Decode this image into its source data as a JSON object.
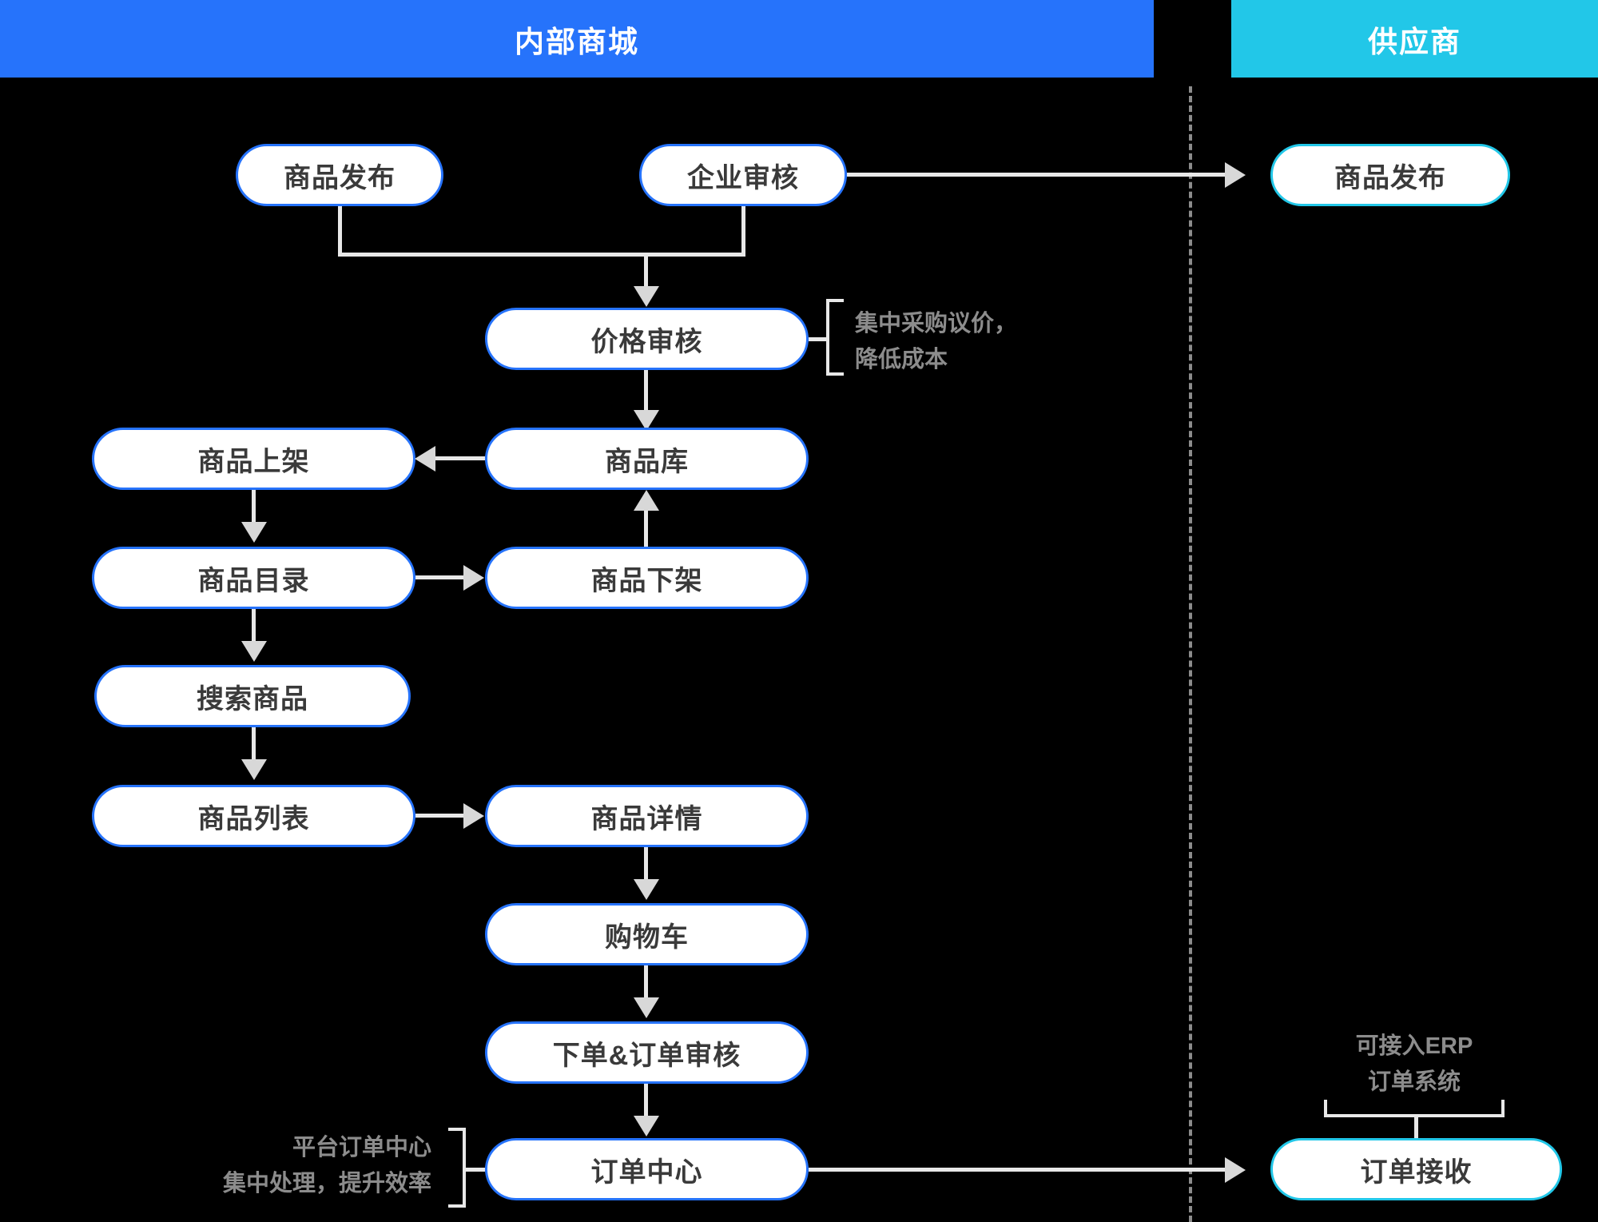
{
  "lanes": {
    "internal": {
      "label": "内部商城",
      "color": "#2673FB"
    },
    "supplier": {
      "label": "供应商",
      "color": "#22C7E8"
    }
  },
  "nodes": {
    "product_publish": "商品发布",
    "enterprise_review": "企业审核",
    "supplier_publish": "商品发布",
    "price_review": "价格审核",
    "product_shelf_on": "商品上架",
    "product_library": "商品库",
    "product_catalog": "商品目录",
    "product_shelf_off": "商品下架",
    "search_product": "搜索商品",
    "product_list": "商品列表",
    "product_detail": "商品详情",
    "shopping_cart": "购物车",
    "place_order_review": "下单&订单审核",
    "order_center": "订单中心",
    "order_receive": "订单接收"
  },
  "annotations": {
    "price_note": "集中采购议价，\n降低成本",
    "order_center_note": "平台订单中心\n集中处理，提升效率",
    "erp_note": "可接入ERP\n订单系统"
  },
  "colors": {
    "background": "#000000",
    "node_fill": "#ffffff",
    "node_border_internal": "#2673FB",
    "node_border_supplier": "#22C7E8",
    "connector": "#e8e8e8",
    "annotation_text": "#8c8c8c",
    "node_text": "#3a3a3a",
    "divider": "#8c8c8c"
  }
}
